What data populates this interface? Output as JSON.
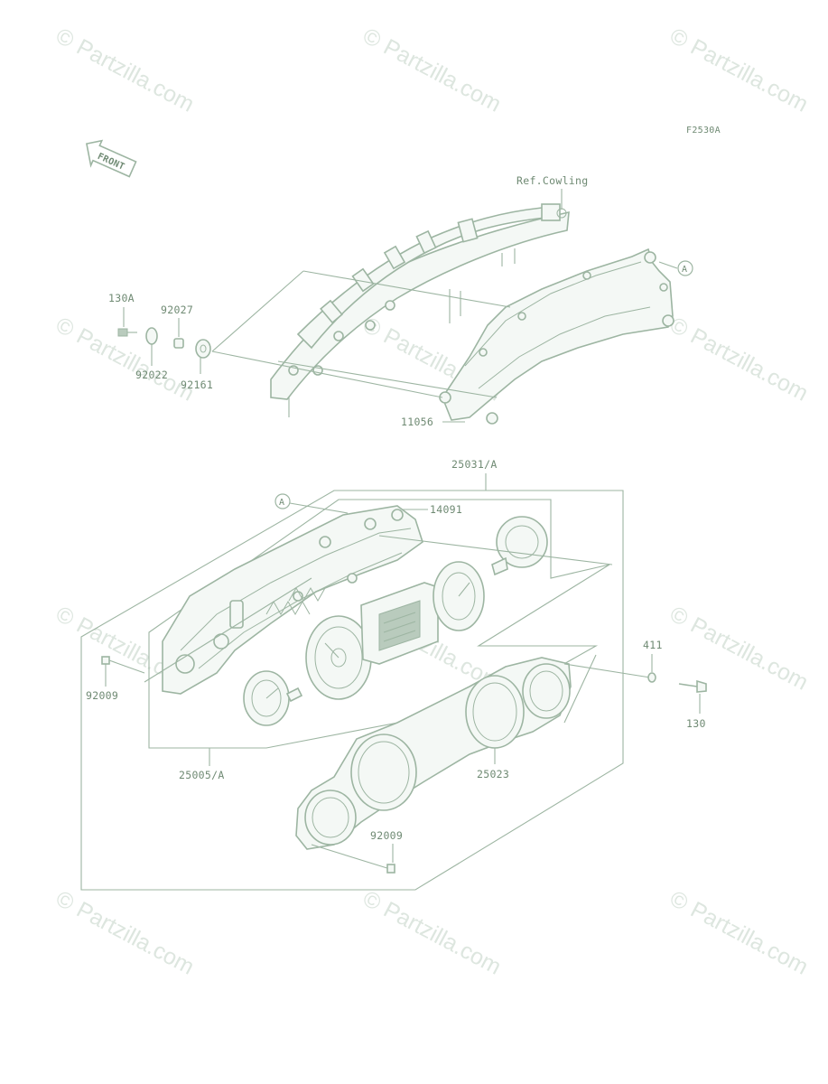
{
  "diagram": {
    "code": "F2530A",
    "front_arrow_text": "FRONT",
    "callouts": {
      "ref_cowling": "Ref.Cowling",
      "point_a_top": "A",
      "point_a_bottom": "A",
      "p130a": "130A",
      "p92027": "92027",
      "p92022": "92022",
      "p92161": "92161",
      "p11056": "11056",
      "p25031a": "25031/A",
      "p14091": "14091",
      "p411": "411",
      "p92009_left": "92009",
      "p130": "130",
      "p25005a": "25005/A",
      "p25023": "25023",
      "p92009_bottom": "92009"
    }
  },
  "watermark": {
    "text": "Partzilla.com",
    "symbol": "©"
  }
}
